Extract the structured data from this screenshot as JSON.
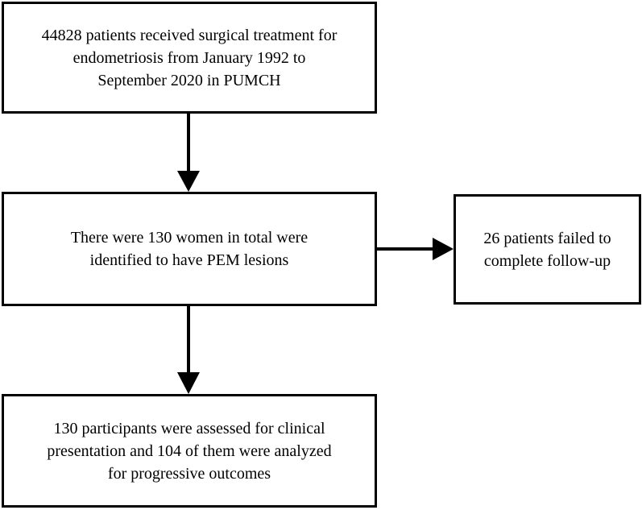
{
  "flowchart": {
    "nodes": [
      {
        "id": "surgical-treatment",
        "text": "44828 patients received surgical treatment for\nendometriosis from January 1992 to\nSeptember 2020 in PUMCH"
      },
      {
        "id": "pem-identified",
        "text": "There were 130 women in total were\nidentified to have PEM lesions"
      },
      {
        "id": "lost-followup",
        "text": "26 patients failed to\ncomplete follow-up"
      },
      {
        "id": "participants",
        "text": "130 participants were assessed for clinical\npresentation and 104 of them were analyzed\nfor progressive outcomes"
      }
    ],
    "edges": [
      {
        "from": "surgical-treatment",
        "to": "pem-identified"
      },
      {
        "from": "pem-identified",
        "to": "lost-followup"
      },
      {
        "from": "pem-identified",
        "to": "participants"
      }
    ]
  },
  "colors": {
    "stroke": "#000000",
    "background": "#ffffff"
  }
}
